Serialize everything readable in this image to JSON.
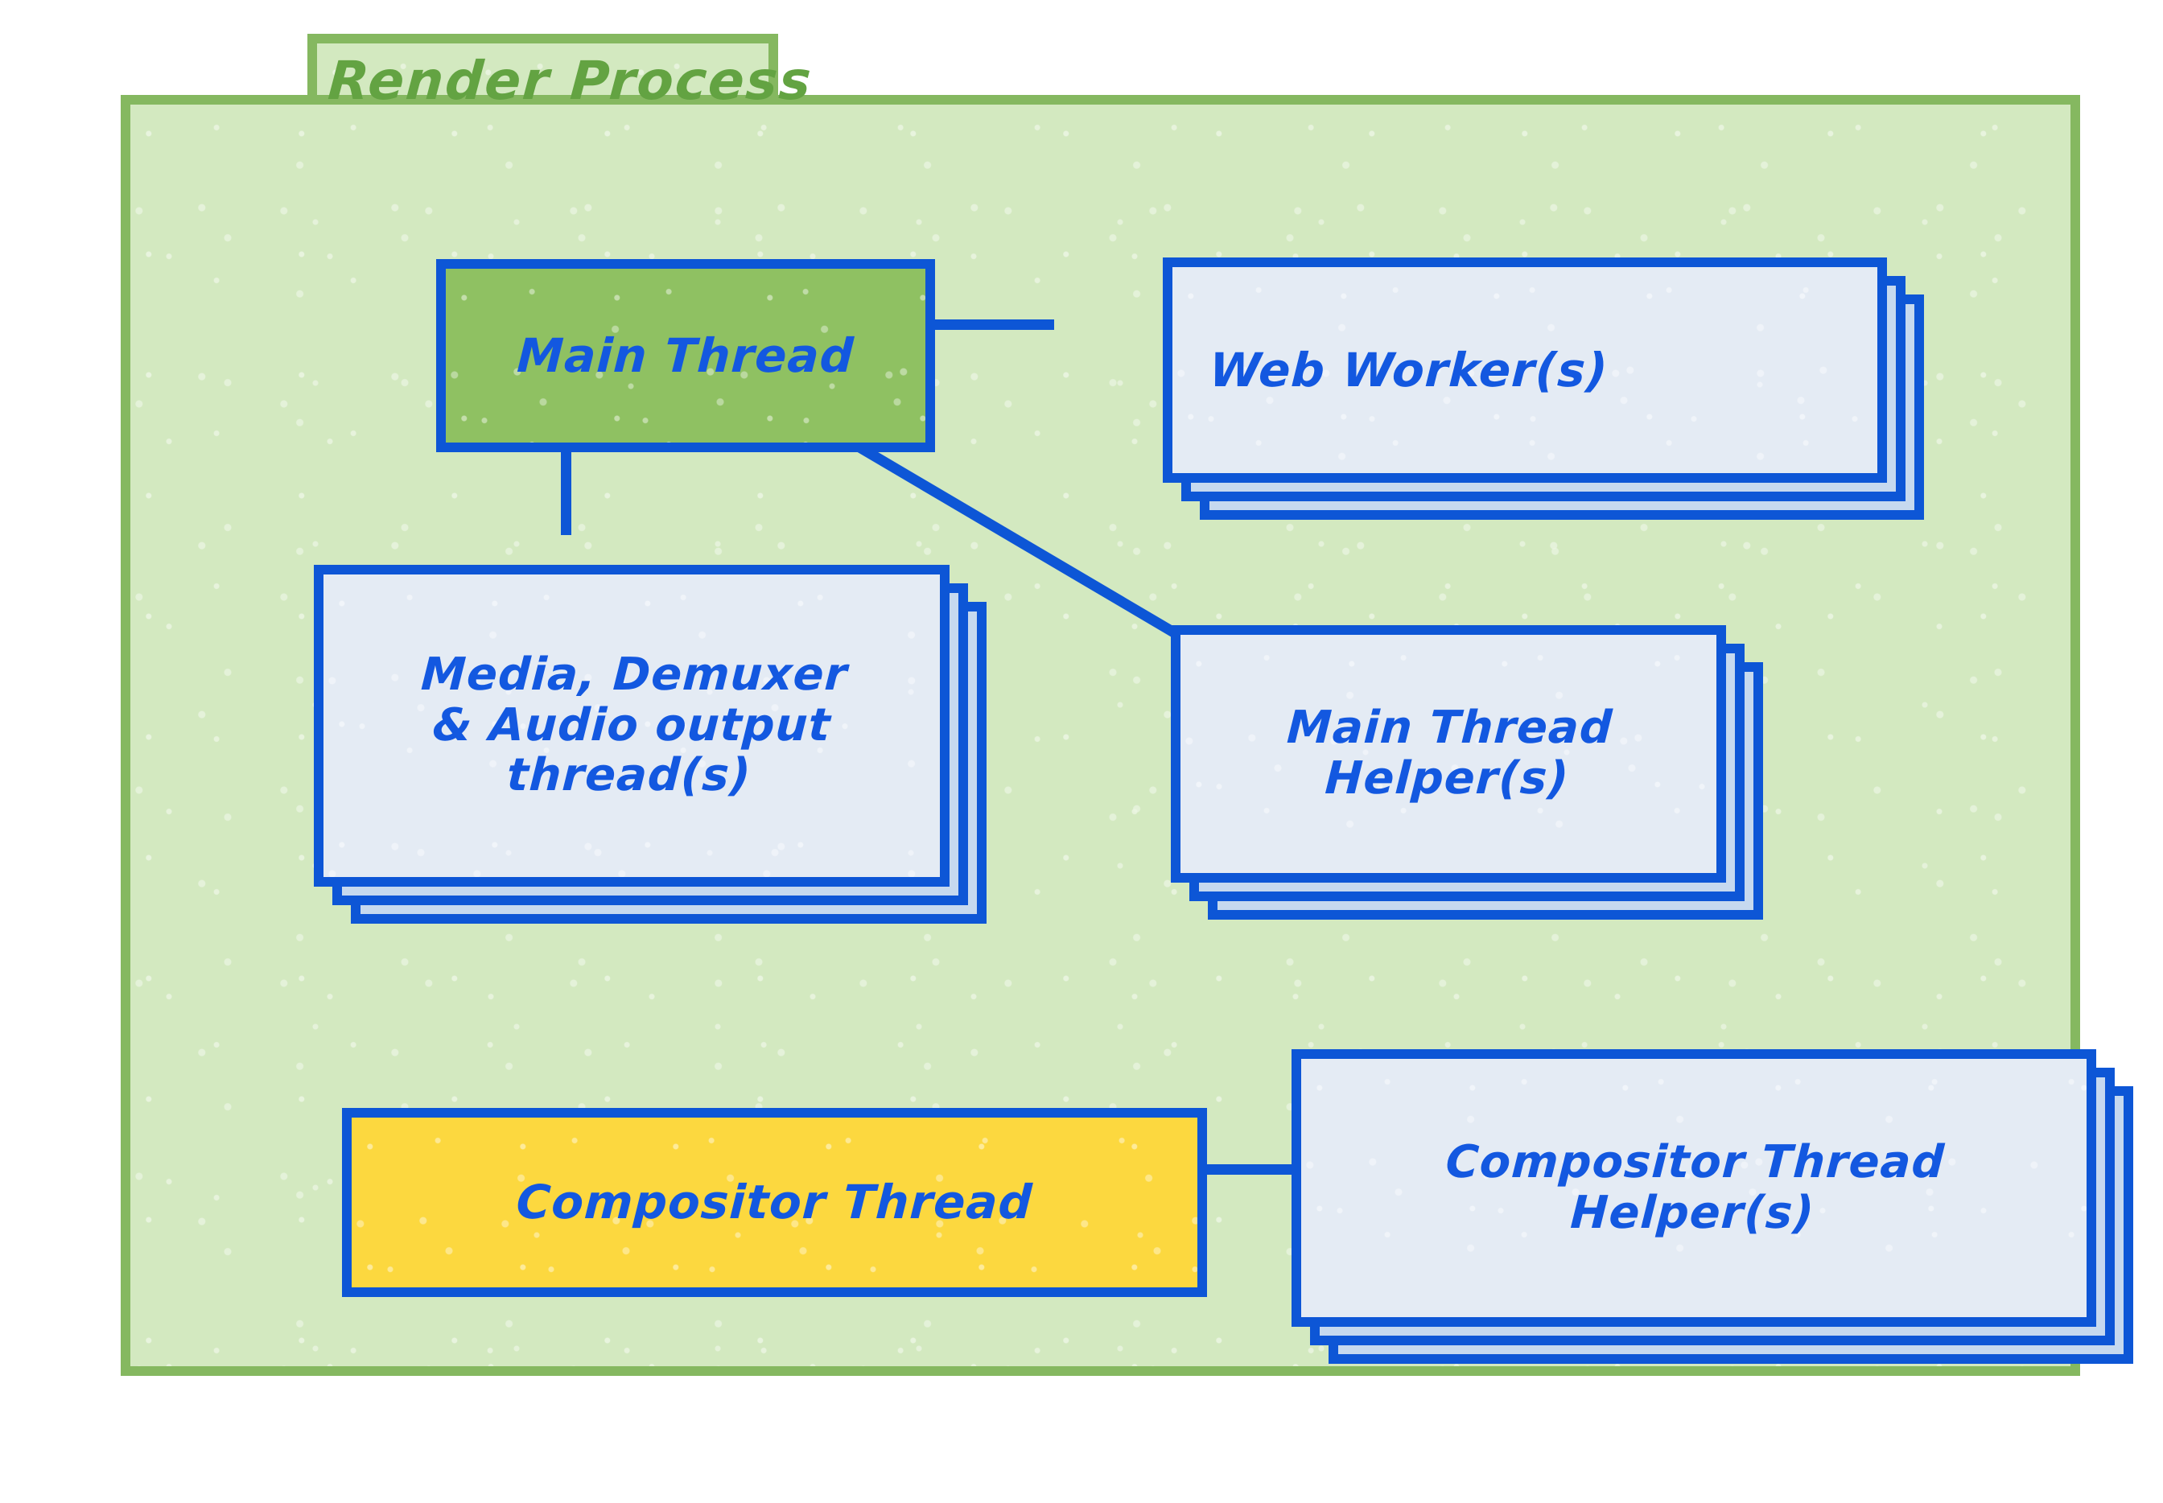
{
  "diagram": {
    "type": "architecture-block-diagram",
    "container": {
      "title": "Render Process",
      "fill_color": "#d3e9c0",
      "border_color": "#85b860",
      "title_color": "#63a342"
    },
    "palette": {
      "node_border": "#0d56d6",
      "node_text": "#1358e0",
      "stack_back_fill": "#c6d9ef",
      "stack_front_fill": "#e4ebf4",
      "main_thread_fill": "#8fc162",
      "compositor_fill": "#fcd83f",
      "connector": "#0d56d6"
    },
    "nodes": [
      {
        "id": "main-thread",
        "label": "Main Thread",
        "fill": "green",
        "stacked": false,
        "stack_count": 1
      },
      {
        "id": "web-worker",
        "label": "Web Worker(s)",
        "fill": "front",
        "stacked": true,
        "stack_count": 3
      },
      {
        "id": "media-demuxer-audio",
        "label": "Media, Demuxer\n& Audio output\nthread(s)",
        "fill": "front",
        "stacked": true,
        "stack_count": 3
      },
      {
        "id": "main-thread-helper",
        "label": "Main Thread\nHelper(s)",
        "fill": "front",
        "stacked": true,
        "stack_count": 3
      },
      {
        "id": "compositor-thread",
        "label": "Compositor Thread",
        "fill": "yellow",
        "stacked": false,
        "stack_count": 1
      },
      {
        "id": "compositor-thread-helper",
        "label": "Compositor Thread\nHelper(s)",
        "fill": "front",
        "stacked": true,
        "stack_count": 3
      }
    ],
    "connections": [
      {
        "id": "main-thread--web-worker",
        "from": "main-thread",
        "to": "web-worker",
        "style": "horizontal"
      },
      {
        "id": "main-thread--media",
        "from": "main-thread",
        "to": "media-demuxer-audio",
        "style": "vertical"
      },
      {
        "id": "main-thread--main-thread-helper",
        "from": "main-thread",
        "to": "main-thread-helper",
        "style": "diagonal"
      },
      {
        "id": "compositor--compositor-helper",
        "from": "compositor-thread",
        "to": "compositor-thread-helper",
        "style": "horizontal"
      }
    ]
  }
}
